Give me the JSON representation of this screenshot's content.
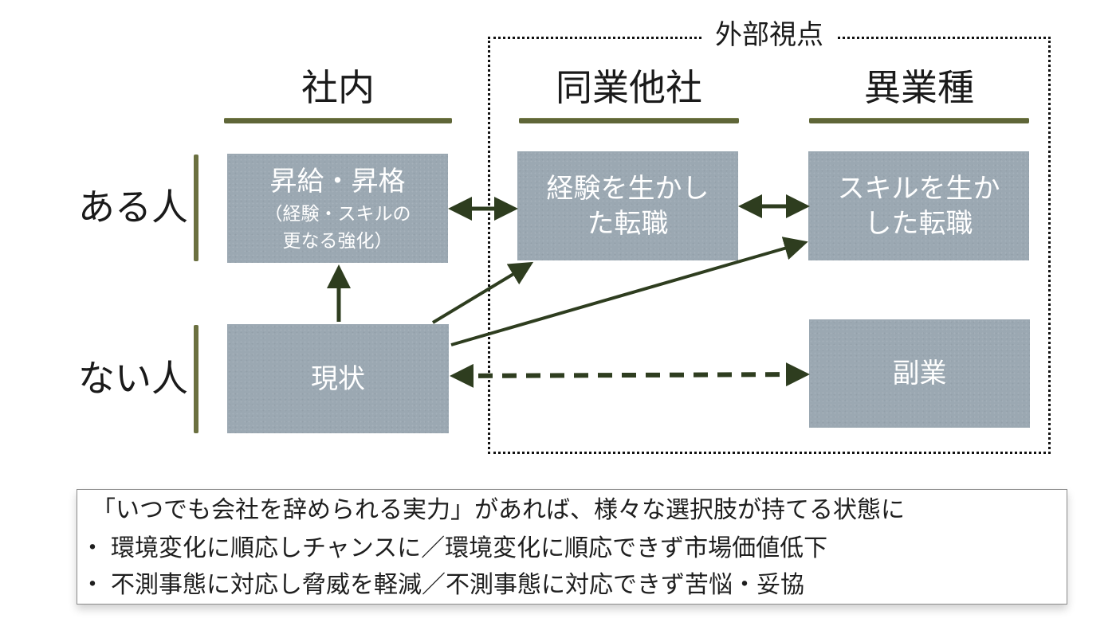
{
  "external_label": "外部視点",
  "columns": {
    "internal": "社内",
    "same_industry": "同業他社",
    "other_industry": "異業種"
  },
  "rows": {
    "have": "ある人",
    "not_have": "ない人"
  },
  "boxes": {
    "promotion": {
      "main": "昇給・昇格",
      "sub1": "（経験・スキルの",
      "sub2": "更なる強化）"
    },
    "job_change_experience": {
      "line1": "経験を生かし",
      "line2": "た転職"
    },
    "job_change_skill": {
      "line1": "スキルを生か",
      "line2": "した転職"
    },
    "current": "現状",
    "side_job": "副業"
  },
  "summary": {
    "lead": "「いつでも会社を辞められる実力」があれば、様々な選択肢が持てる状態に",
    "bullet_mark": "・",
    "item1": "環境変化に順応しチャンスに／環境変化に順応できず市場価値低下",
    "item2": "不測事態に対応し脅威を軽減／不測事態に対応できず苦悩・妥協"
  },
  "colors": {
    "box_fill": "#9ba8b2",
    "arrow": "#2e3d1f",
    "rule": "#5f6638"
  }
}
